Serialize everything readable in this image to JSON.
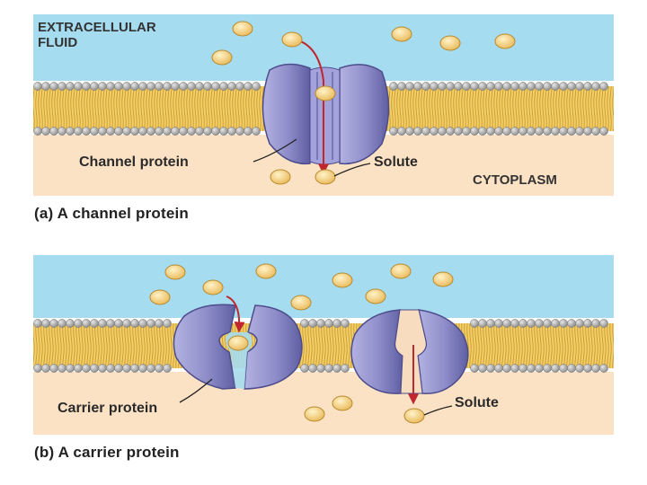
{
  "panel_a": {
    "region_top_line1": "EXTRACELLULAR",
    "region_top_line2": "FLUID",
    "region_bottom": "CYTOPLASM",
    "protein_label": "Channel protein",
    "solute_label": "Solute",
    "caption": "(a) A channel protein"
  },
  "panel_b": {
    "protein_label": "Carrier protein",
    "solute_label": "Solute",
    "caption": "(b) A carrier protein"
  },
  "colors": {
    "extracellular": "#a6dcf0",
    "cytoplasm": "#fbe2c4",
    "lipid_head": "#a9a9a9",
    "lipid_tail": "#e8b84a",
    "protein": "#8f8ec8",
    "protein_dark": "#5d5ca0",
    "solute": "#f4cf7a",
    "arrow": "#c0262d"
  }
}
